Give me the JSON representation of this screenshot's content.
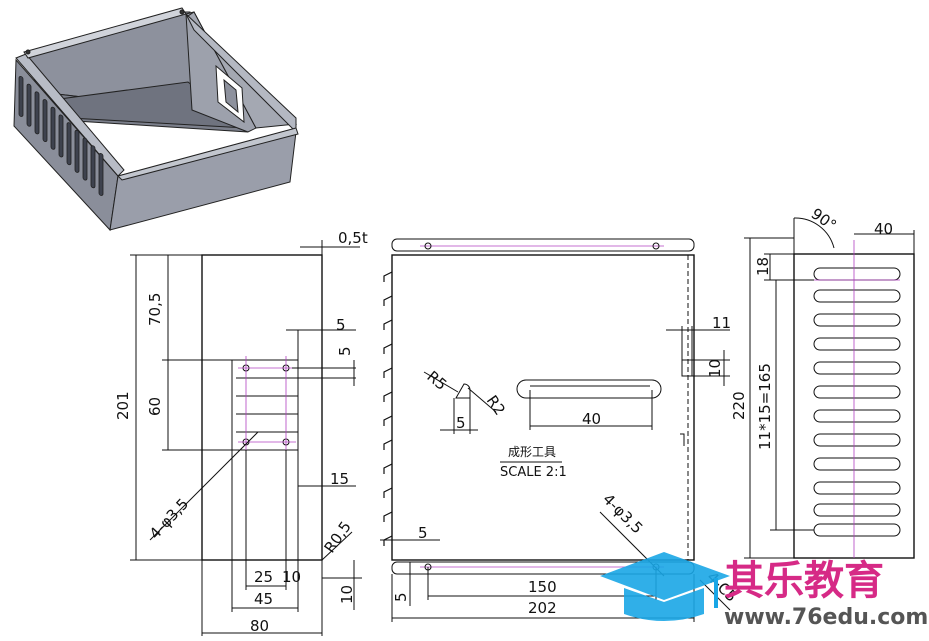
{
  "dimensions": {
    "sheet_thickness": "0,5t",
    "left_view": {
      "height_total": "201",
      "top_offset": "70,5",
      "window_height": "60",
      "hole_dx": "5",
      "hole_dy": "5",
      "right_offset": "15",
      "hole_note": "4-φ3,5",
      "corner_radius": "R0,5",
      "span_25": "25",
      "span_10": "10",
      "span_45": "45",
      "width_80": "80",
      "bottom_10": "10"
    },
    "front_view": {
      "r5": "R5",
      "r2": "R2",
      "width_5": "5",
      "handle_40": "40",
      "tab_11": "11",
      "tab_10": "10",
      "left_5": "5",
      "hole_note": "4-φ3,5",
      "hole_span_150": "150",
      "width_202": "202",
      "bottom_5": "5",
      "chamfer": "4-C5"
    },
    "right_view": {
      "angle": "90°",
      "flange_40": "40",
      "top_18": "18",
      "slot_pitch": "11*15=165",
      "height_220": "220"
    }
  },
  "notes": {
    "forming_tool": "成形工具",
    "scale": "SCALE 2:1"
  },
  "watermark": {
    "brand": "其乐教育",
    "url": "www.76edu.com"
  },
  "colors": {
    "line": "#111111",
    "centerline": "#b040c0",
    "iso_face": "#8a8e9a",
    "iso_dark": "#4c505c",
    "brand_pink": "#d62a86",
    "brand_blue": "#19a6e6"
  }
}
